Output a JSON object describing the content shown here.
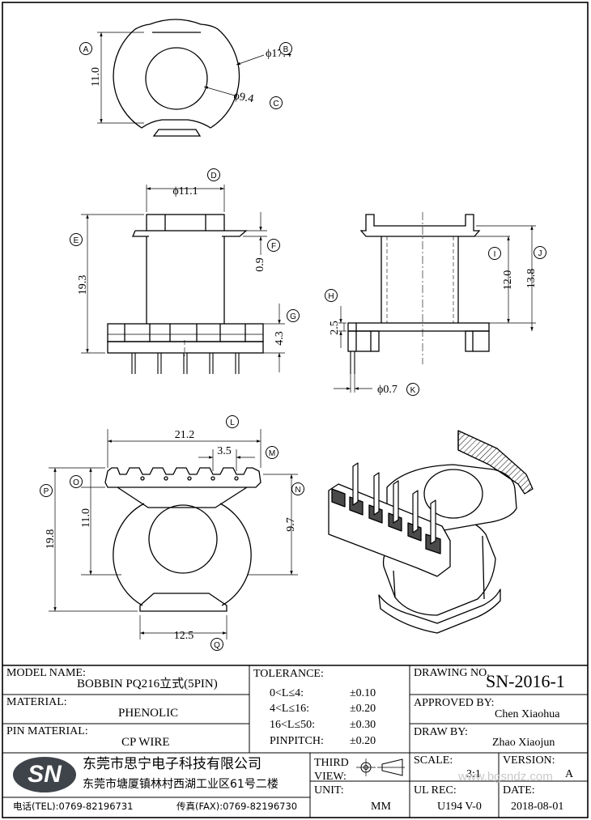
{
  "views": {
    "top": {
      "dims": {
        "A": "11.0",
        "B": "ϕ17.4",
        "C": "ϕ9.4"
      }
    },
    "front": {
      "dims": {
        "D": "ϕ11.1",
        "E": "19.3",
        "F": "0.9",
        "G": "4.3"
      }
    },
    "side": {
      "dims": {
        "H": "2.5",
        "I": "12.0",
        "J": "13.8",
        "K": "ϕ0.7"
      }
    },
    "bottom": {
      "dims": {
        "L": "21.2",
        "M": "3.5",
        "N": "9.7",
        "O": "11.0",
        "P": "19.8",
        "Q": "12.5"
      }
    }
  },
  "balloons": [
    "A",
    "B",
    "C",
    "D",
    "E",
    "F",
    "G",
    "H",
    "I",
    "J",
    "K",
    "L",
    "M",
    "N",
    "O",
    "P",
    "Q"
  ],
  "title_block": {
    "model_label": "MODEL NAME:",
    "model_value": "BOBBIN PQ216立式(5PIN)",
    "material_label": "MATERIAL:",
    "material_value": "PHENOLIC",
    "pin_material_label": "PIN MATERIAL:",
    "pin_material_value": "CP WIRE",
    "tolerance_label": "TOLERANCE:",
    "tolerances": [
      {
        "range": "0<L≤4:",
        "value": "±0.10"
      },
      {
        "range": "4<L≤16:",
        "value": "±0.20"
      },
      {
        "range": "16<L≤50:",
        "value": "±0.30"
      },
      {
        "range": "PINPITCH:",
        "value": "±0.20"
      }
    ],
    "drawing_no_label": "DRAWING NO.",
    "drawing_no_value": "SN-2016-1",
    "approved_label": "APPROVED BY:",
    "approved_value": "Chen  Xiaohua",
    "draw_label": "DRAW BY:",
    "draw_value": "Zhao  Xiaojun",
    "logo": "SN",
    "company_name": "东莞市思宁电子科技有限公司",
    "company_address": "东莞市塘厦镇林村西湖工业区61号二楼",
    "tel": "电话(TEL):0769-82196731",
    "fax": "传真(FAX):0769-82196730",
    "third_view_label": "THIRD VIEW:",
    "unit_label": "UNIT:",
    "unit_value": "MM",
    "scale_label": "SCALE:",
    "scale_value": "3:1",
    "version_label": "VERSION:",
    "version_value": "A",
    "ul_rec_label": "UL REC:",
    "ul_rec_value": "U194 V-0",
    "date_label": "DATE:",
    "date_value": "2018-08-01",
    "watermark": "www.bgsndz.com"
  }
}
